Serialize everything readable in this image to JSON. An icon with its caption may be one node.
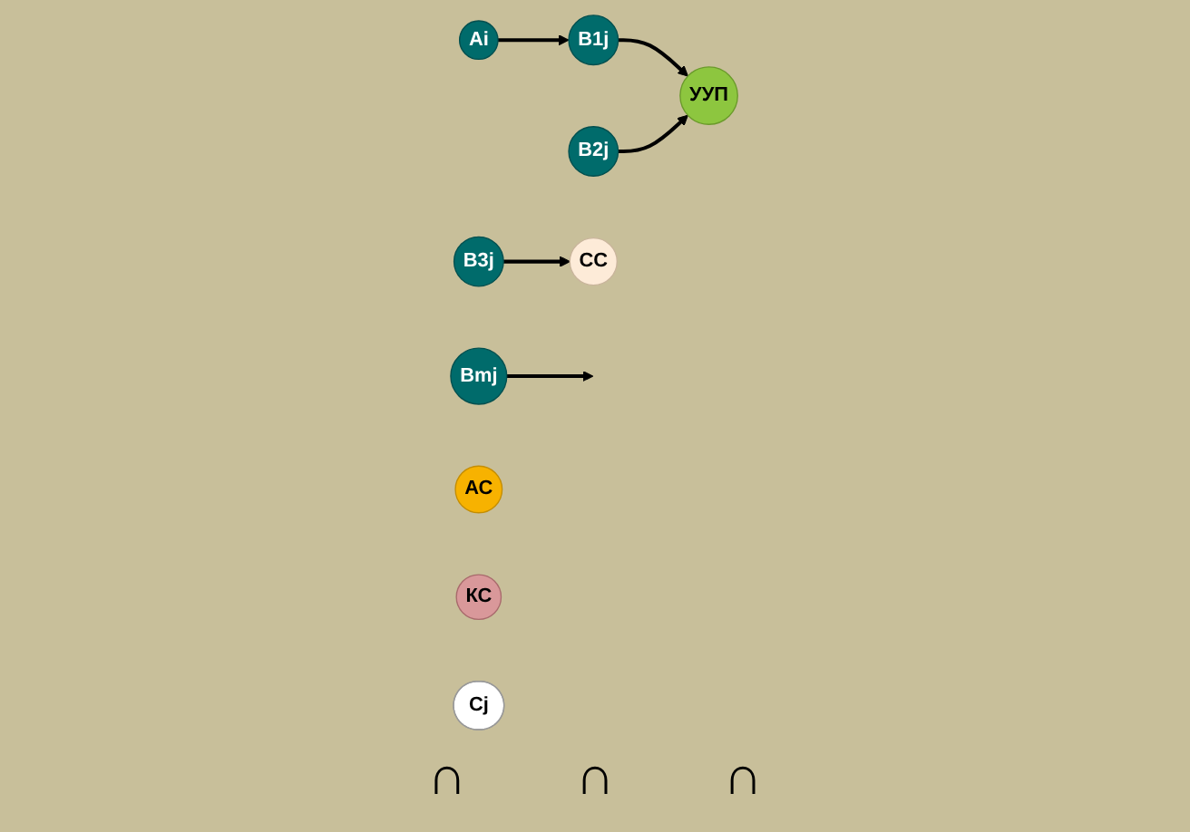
{
  "diagram": {
    "nodes": [
      {
        "text": [
          "Ai"
        ]
      },
      {
        "text": [
          "B1j"
        ]
      },
      {
        "text": [
          "B2j"
        ]
      },
      {
        "text": [
          "B3j"
        ]
      },
      {
        "text": [
          "Bmj"
        ]
      },
      {
        "text": [
          "УУП"
        ]
      },
      {
        "text": [
          "СС"
        ]
      },
      {
        "text": [
          "АС"
        ]
      },
      {
        "text": [
          "КС"
        ]
      },
      {
        "text": [
          "Cj"
        ]
      }
    ],
    "edges": [
      {
        "from": 0,
        "to": 1,
        "arrow": "to"
      },
      {
        "from": 1,
        "to": 5,
        "arrow": "to"
      },
      {
        "from": 2,
        "to": 5,
        "arrow": "to"
      },
      {
        "from": 3,
        "to": 6,
        "arrow": "to"
      },
      {
        "from": 4,
        "to": null,
        "arrow": "to"
      }
    ],
    "labels": [
      "∩",
      "∩",
      "∩"
    ]
  }
}
